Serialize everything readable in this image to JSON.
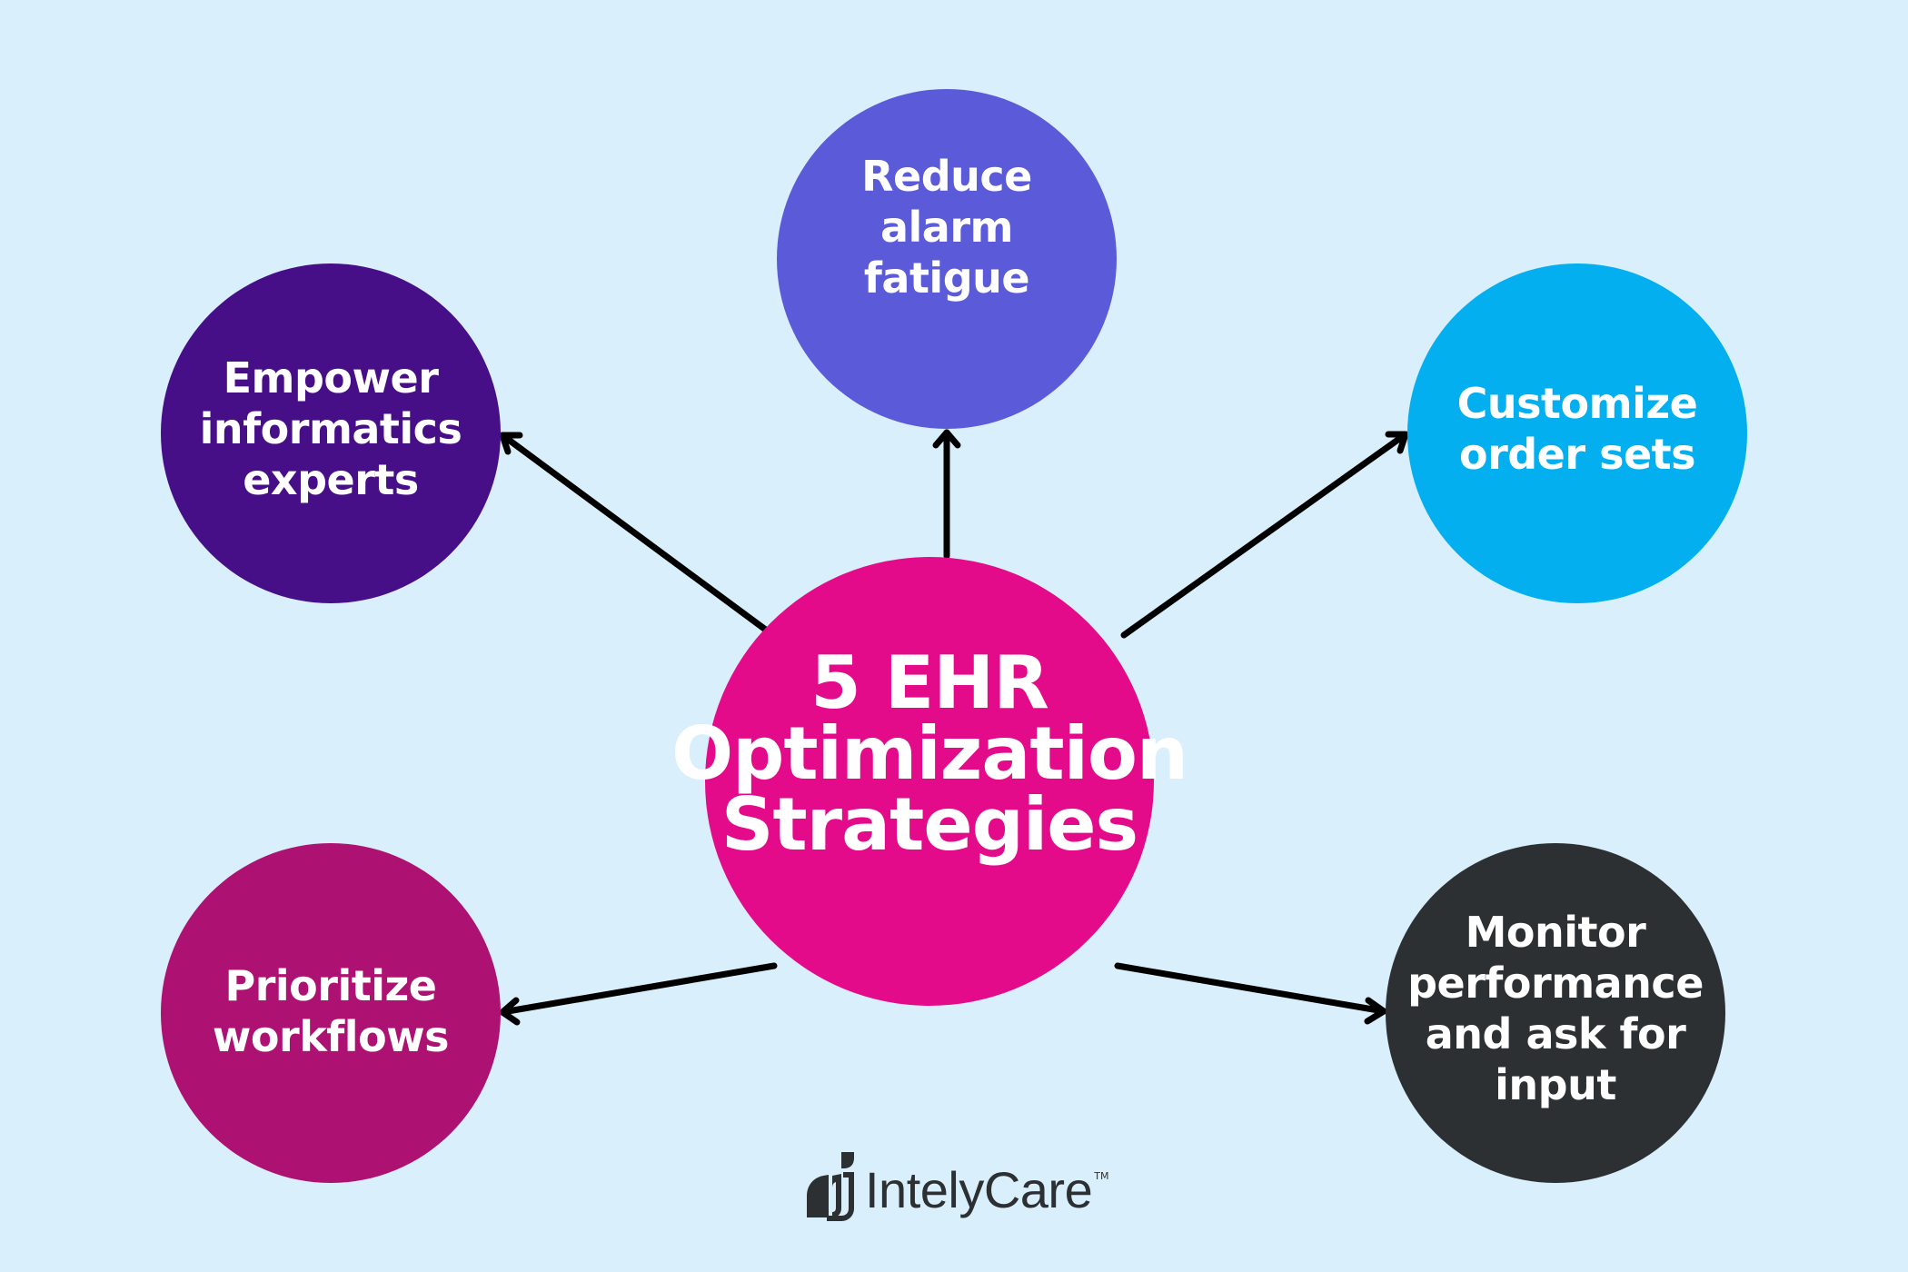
{
  "diagram": {
    "title": "5 EHR Optimization Strategies",
    "center": {
      "label": "5 EHR\nOptimization\nStrategies",
      "color": "#E30B8A"
    },
    "nodes": [
      {
        "id": "top",
        "label": "Reduce\nalarm\nfatigue",
        "color": "#5B5BD9"
      },
      {
        "id": "top-left",
        "label": "Empower\ninformatics\nexperts",
        "color": "#460E87"
      },
      {
        "id": "top-right",
        "label": "Customize\norder sets",
        "color": "#03AFEE"
      },
      {
        "id": "bottom-left",
        "label": "Prioritize\nworkflows",
        "color": "#AD1172"
      },
      {
        "id": "bottom-right",
        "label": "Monitor\nperformance\nand ask for\ninput",
        "color": "#2C3033"
      }
    ],
    "edges": [
      {
        "from": "center",
        "to": "top"
      },
      {
        "from": "center",
        "to": "top-left"
      },
      {
        "from": "center",
        "to": "top-right"
      },
      {
        "from": "center",
        "to": "bottom-left"
      },
      {
        "from": "center",
        "to": "bottom-right"
      }
    ],
    "background_color": "#D9F0FC",
    "arrow_color": "#000000"
  },
  "brand": {
    "name": "IntelyCare",
    "trademark": "TM",
    "color": "#2C3033"
  }
}
